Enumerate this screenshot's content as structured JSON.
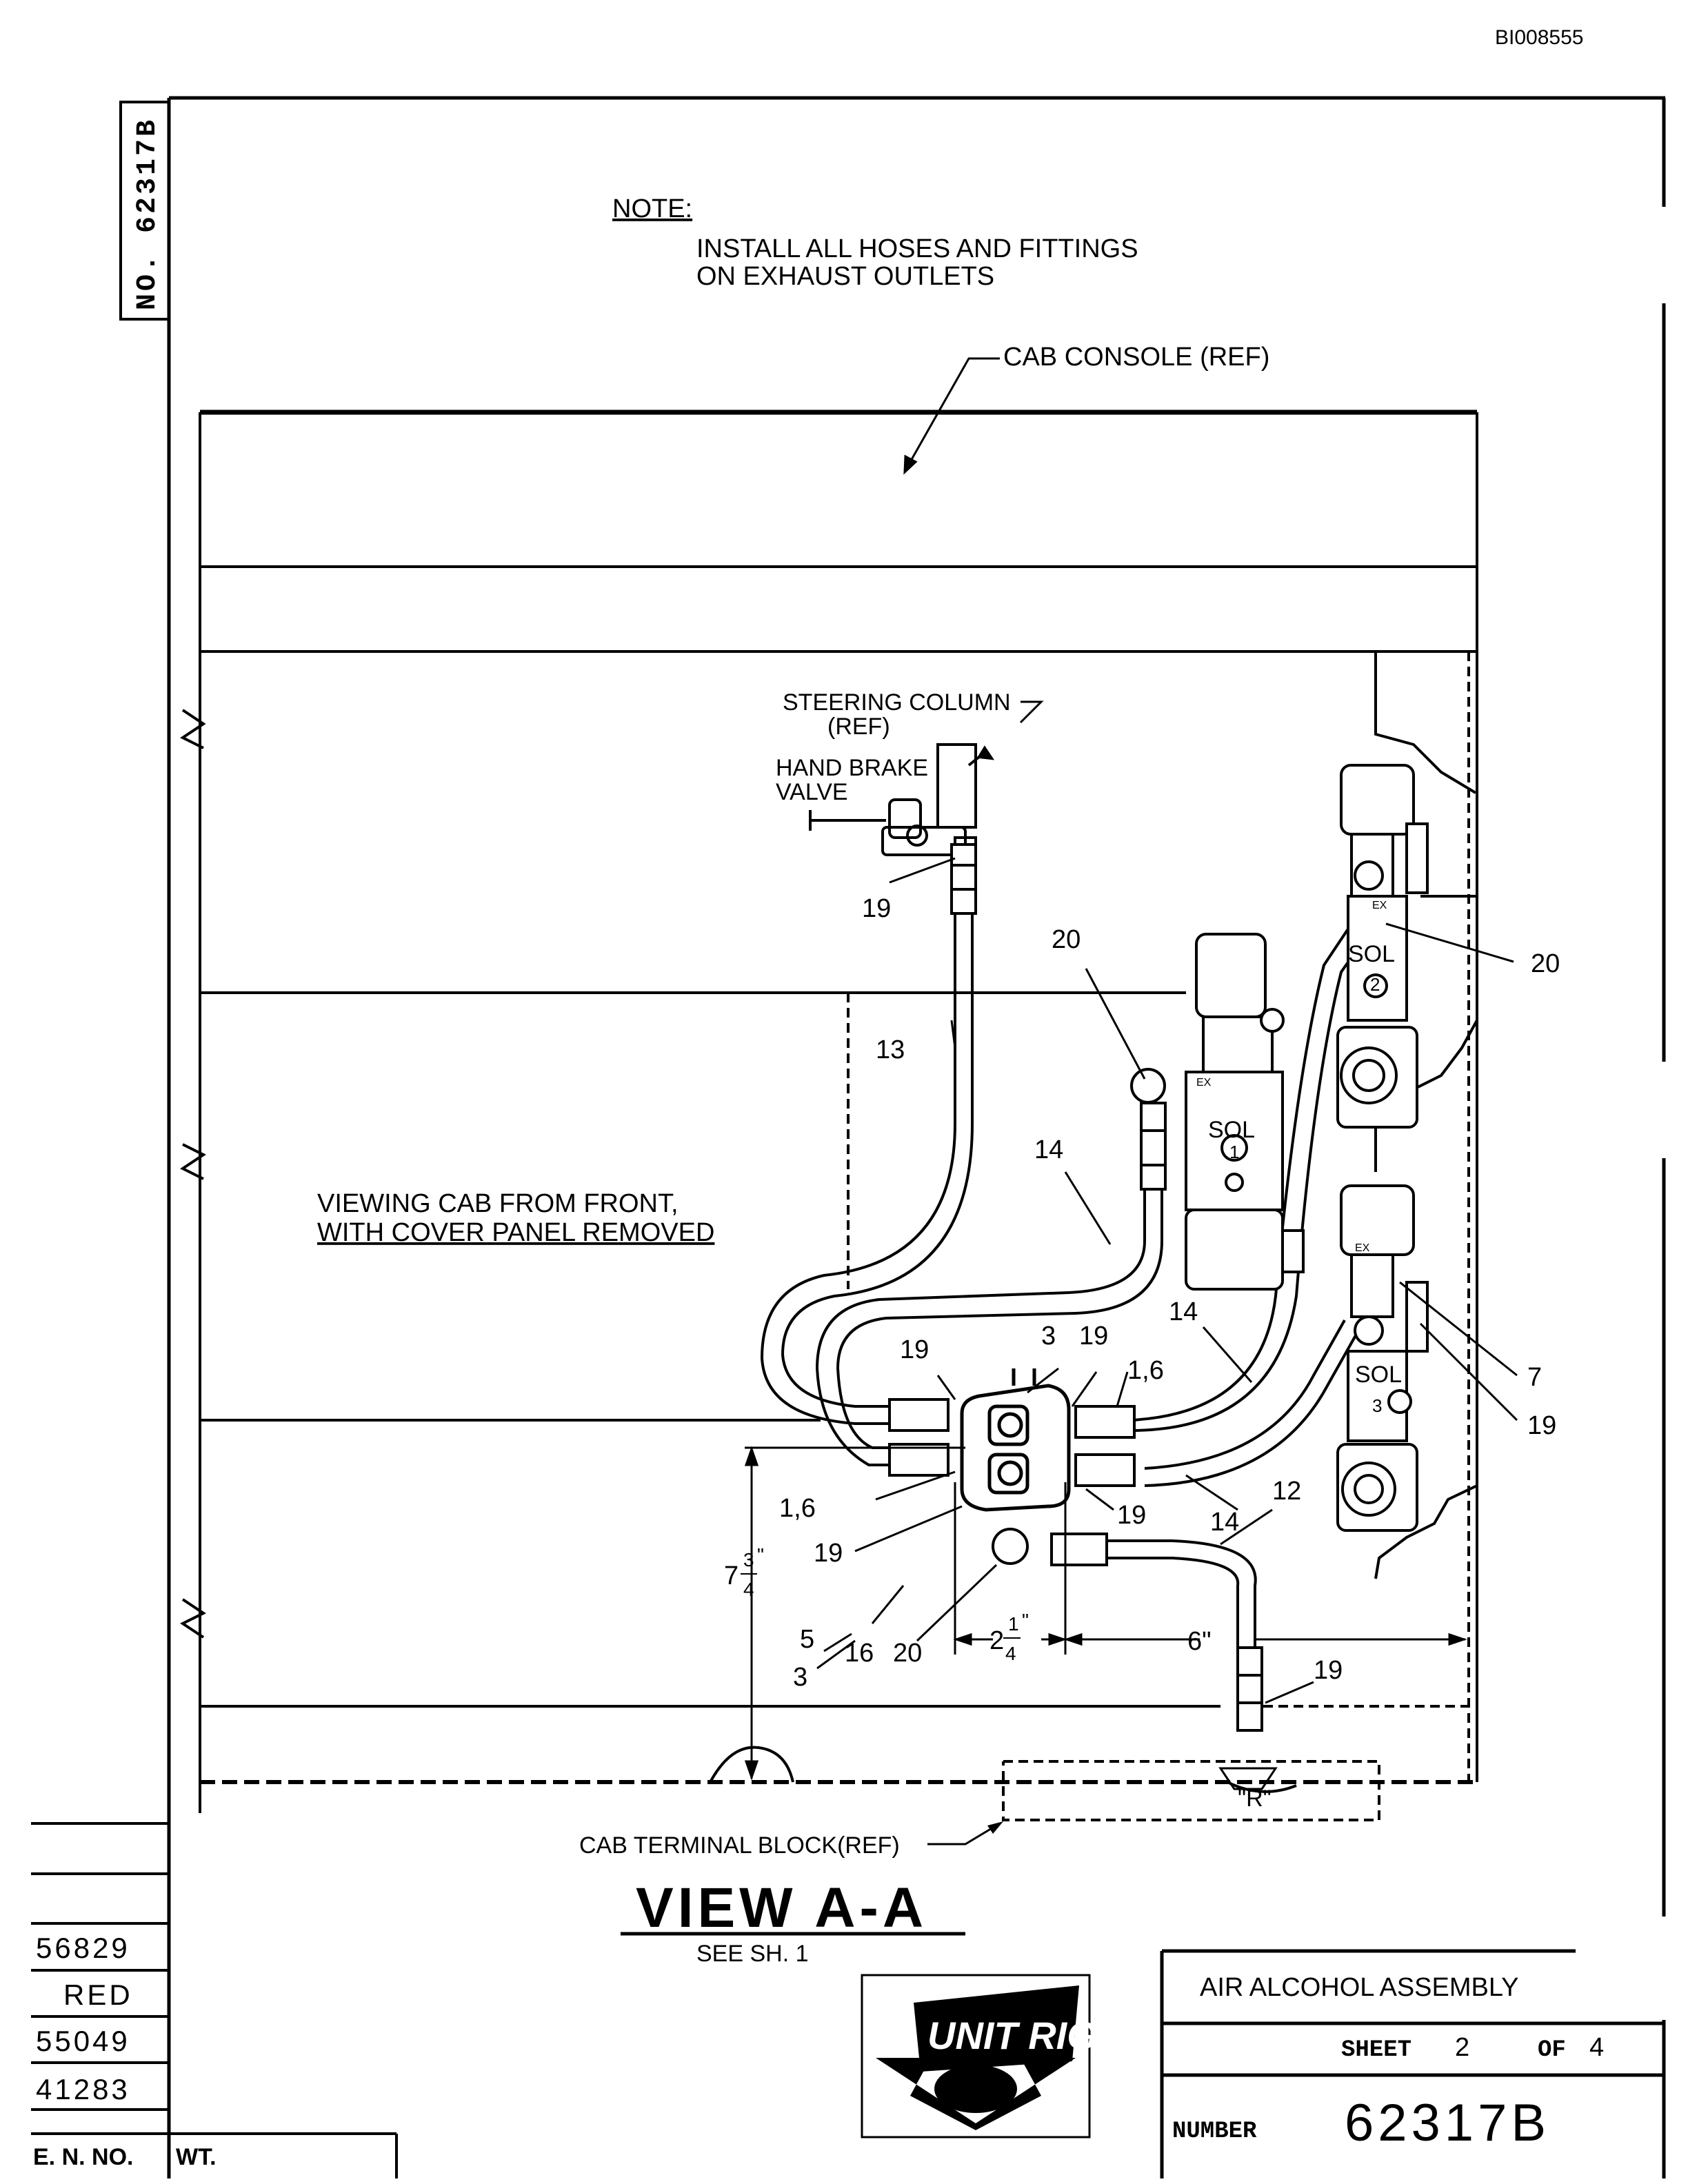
{
  "doc_id": "BI008555",
  "drawing_number_vertical": "NO. 62317B",
  "note": {
    "heading": "NOTE:",
    "line1": "INSTALL ALL HOSES AND FITTINGS",
    "line2": "ON EXHAUST OUTLETS"
  },
  "callouts": {
    "cab_console": "CAB CONSOLE (REF)",
    "steering_column_1": "STEERING COLUMN",
    "steering_column_2": "(REF)",
    "hand_brake_1": "HAND BRAKE",
    "hand_brake_2": "VALVE",
    "viewing_1": "VIEWING CAB FROM FRONT,",
    "viewing_2": "WITH COVER PANEL REMOVED",
    "cab_terminal_block": "CAB TERMINAL BLOCK(REF)",
    "r_marker": "\"R\""
  },
  "solenoids": {
    "sol_label": "SOL",
    "sol1": "1",
    "sol2": "2",
    "sol3": "3",
    "ex": "EX"
  },
  "item_numbers": {
    "n19_top": "19",
    "n13": "13",
    "n20_mid": "20",
    "n20_right": "20",
    "n14_a": "14",
    "n14_b": "14",
    "n14_c": "14",
    "n19_left": "19",
    "n3_top": "3",
    "n19_topmid": "19",
    "n1_6_right": "1,6",
    "n7": "7",
    "n19_right": "19",
    "n12": "12",
    "n1_6_left": "1,6",
    "n19_mid": "19",
    "n19_lower": "19",
    "n5": "5",
    "n3_bottom": "3",
    "n16": "16",
    "n20_bottom": "20",
    "n19_bottom": "19"
  },
  "dimensions": {
    "dim_7_whole": "7",
    "dim_7_num": "3",
    "dim_7_den": "4",
    "dim_7_inch": "\"",
    "dim_2_whole": "2",
    "dim_2_num": "1",
    "dim_2_den": "4",
    "dim_2_inch": "\"",
    "dim_6": "6\""
  },
  "view": {
    "title": "VIEW A-A",
    "see": "SEE SH. 1"
  },
  "logo_text": "UNIT RIG",
  "title_block": {
    "title": "AIR ALCOHOL ASSEMBLY",
    "sheet_label": "SHEET",
    "sheet_no": "2",
    "of_label": "OF",
    "sheet_total": "4",
    "number_label": "NUMBER",
    "number": "62317B"
  },
  "revision_block": {
    "rows": [
      "56829",
      "RED",
      "55049",
      "41283"
    ],
    "en_no": "E. N. NO.",
    "wt": "WT."
  }
}
